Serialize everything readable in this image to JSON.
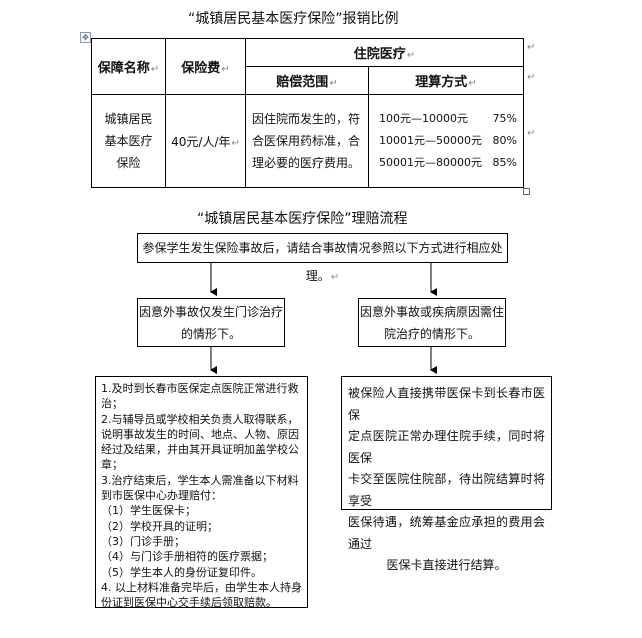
{
  "title1": "“城镇居民基本医疗保险”报销比例",
  "table": {
    "header_name": "保障名称",
    "header_fee": "保险费",
    "header_group": "住院医疗",
    "header_scope": "赔偿范围",
    "header_method": "理算方式",
    "name_lines": [
      "城镇居民",
      "基本医疗",
      "保险"
    ],
    "fee": "40元/人/年",
    "scope_lines": [
      "因住院而发生的，符",
      "合医保用药标准，合",
      "理必要的医疗费用。"
    ],
    "rates": [
      {
        "range": "100元—10000元",
        "pct": "75%"
      },
      {
        "range": "10001元—50000元",
        "pct": "80%"
      },
      {
        "range": "50001元—80000元",
        "pct": "85%"
      }
    ]
  },
  "title2": "“城镇居民基本医疗保险”理赔流程",
  "flow": {
    "top": "参保学生发生保险事故后，请结合事故情况参照以下方式进行相应处理。",
    "left_cond": [
      "因意外事故仅发生门诊治疗",
      "的情形下。"
    ],
    "right_cond": [
      "因意外事故或疾病原因需住",
      "院治疗的情形下。"
    ],
    "left_steps": [
      "1.及时到长春市医保定点医院正常进行救",
      "治；",
      "2.与辅导员或学校相关负责人取得联系，",
      "说明事故发生的时间、地点、人物、原因",
      "经过及结果，并由其开具证明加盖学校公",
      "章；",
      "3.治疗结束后，学生本人需准备以下材料",
      "到市医保中心办理赔付：",
      "（1）学生医保卡；",
      "（2）学校开具的证明；",
      "（3）门诊手册；",
      "（4）与门诊手册相符的医疗票据；",
      "（5）学生本人的身份证复印件。",
      "4. 以上材料准备完毕后，由学生本人持身",
      "份证到医保中心交手续后领取赔款。"
    ],
    "right_steps": [
      "被保险人直接携带医保卡到长春市医保",
      "定点医院正常办理住院手续，同时将医保",
      "卡交至医院住院部，待出院结算时将享受",
      "医保待遇，统筹基金应承担的费用会通过",
      "医保卡直接进行结算。"
    ]
  }
}
